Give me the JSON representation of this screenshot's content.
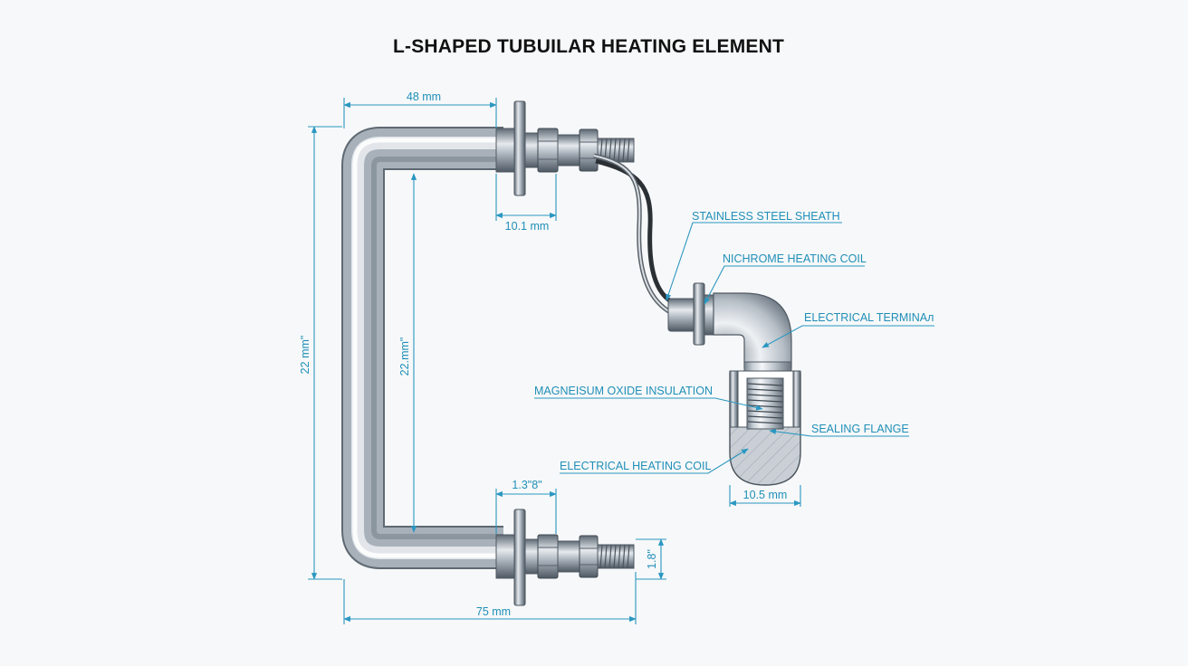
{
  "title": "L-SHAPED TUBUILAR HEATING ELEMENT",
  "dimensions": {
    "top_width": "48 mm",
    "overall_height": "22 mm\"",
    "inner_height": "22.mm\"",
    "upper_fitting": "10.1 mm",
    "lower_fitting": "1.3\"8\"",
    "overall_width": "75 mm",
    "terminal_height": "1.8\"",
    "flange_width": "10.5 mm"
  },
  "callouts": {
    "stainless_sheath": "STAINLESS STEEL SHEATH",
    "nichrome_coil": "NICHROME HEATING COIL",
    "electrical_terminal": "ELECTRICAL TERMINAл",
    "magnesium_oxide": "MAGNEISUM OXIDE INSULATION",
    "sealing_flange": "SEALING FLANGE",
    "heating_coil": "ELECTRICAL HEATING COIL"
  },
  "colors": {
    "dimension_blue": "#2a97c1",
    "steel_light": "#eef1f4",
    "steel_dark": "#6f7a85",
    "background": "#f7f8f9"
  }
}
